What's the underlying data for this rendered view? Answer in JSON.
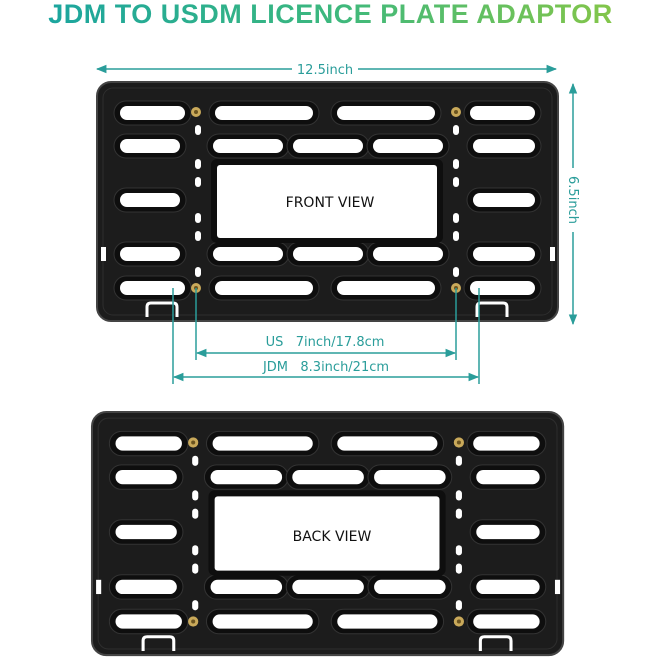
{
  "title": "JDM TO USDM LICENCE PLATE ADAPTOR",
  "dimensions": {
    "width": "12.5inch",
    "height": "6.5inch",
    "us": "US   7inch/17.8cm",
    "jdm": "JDM   8.3inch/21cm"
  },
  "views": {
    "front": "FRONT VIEW",
    "back": "BACK VIEW"
  },
  "colors": {
    "accent": "#2a9d9a",
    "plate": "#1c1c1c",
    "screw": "#c9a95a"
  }
}
